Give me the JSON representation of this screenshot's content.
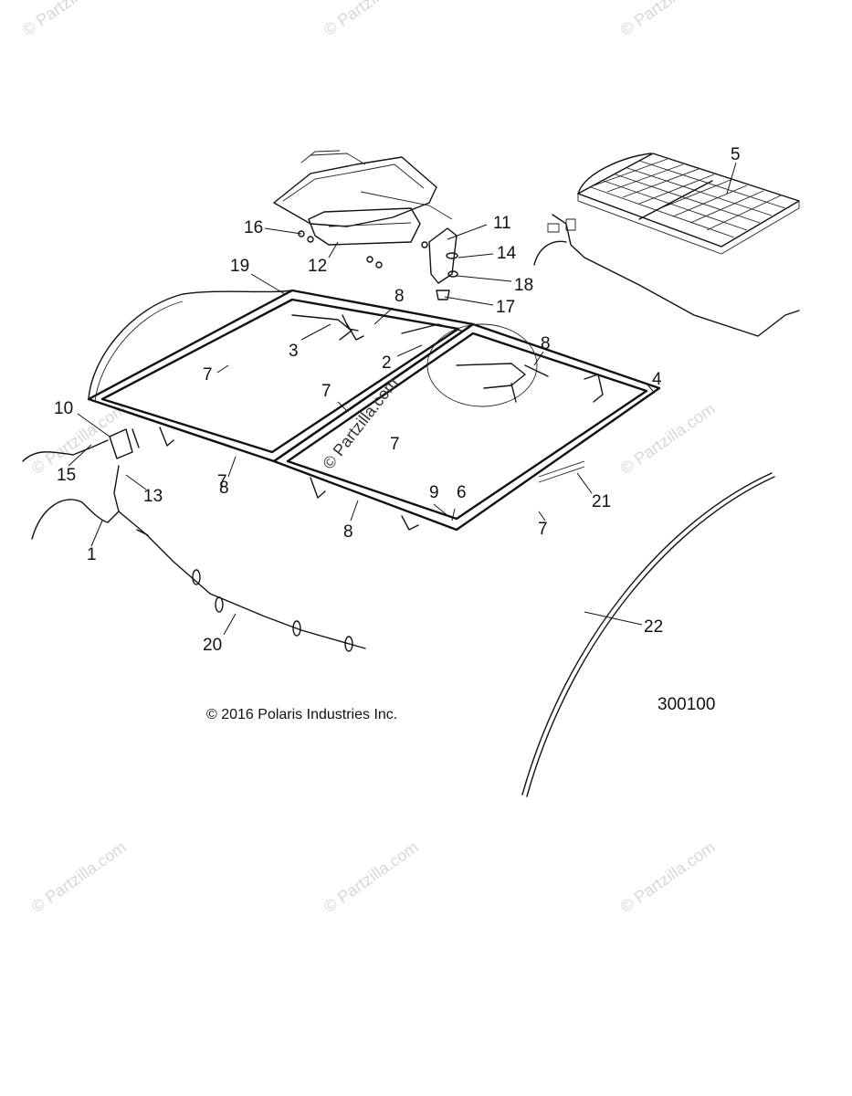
{
  "watermark": {
    "text": "© Partzilla.com",
    "color": "#d7d7d7"
  },
  "callouts": [
    "1",
    "2",
    "3",
    "4",
    "5",
    "6",
    "7",
    "7",
    "7",
    "7",
    "7",
    "8",
    "8",
    "8",
    "8",
    "8",
    "9",
    "10",
    "11",
    "12",
    "13",
    "14",
    "15",
    "16",
    "17",
    "18",
    "19",
    "20",
    "21",
    "22"
  ],
  "copyright": "© 2016 Polaris Industries Inc.",
  "reference_number": "300100"
}
